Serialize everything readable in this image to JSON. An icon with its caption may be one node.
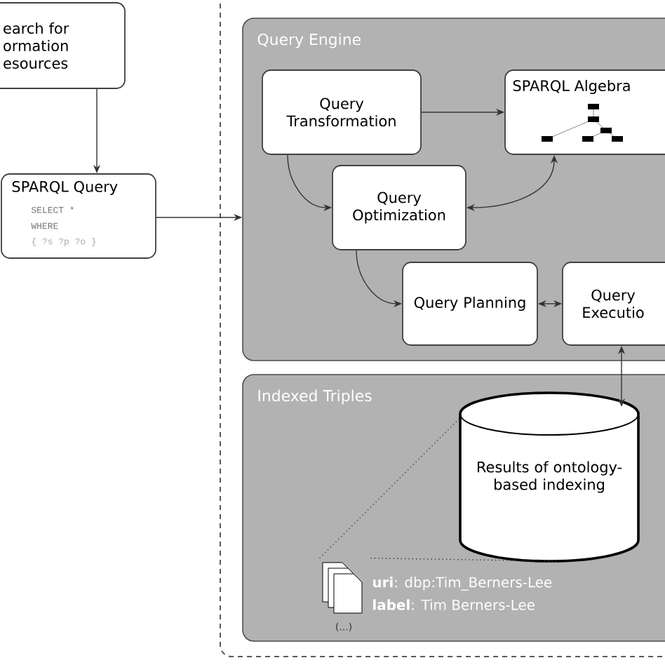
{
  "diagram": {
    "nodes": [
      {
        "text": [
          "earch for ormation esources"
        ]
      },
      {
        "text": [
          "SPARQL Query",
          "SELECT *",
          "WHERE",
          "{ ?s ?p ?o }"
        ]
      },
      {
        "text": [],
        "shape": "box"
      },
      {
        "text": [
          "Query Engine"
        ],
        "in": 2
      },
      {
        "text": [
          "Query Transformation"
        ],
        "in": 3
      },
      {
        "text": [
          "SPARQL Algebra"
        ],
        "in": 3
      },
      {
        "text": [
          "Query Optimization"
        ],
        "in": 3
      },
      {
        "text": [
          "Query Planning"
        ],
        "in": 3
      },
      {
        "text": [
          "Query Executio"
        ],
        "in": 3
      },
      {
        "text": [
          "Indexed Triples"
        ],
        "in": 2
      },
      {
        "text": [
          "Results of ontology-based indexing"
        ],
        "in": 9
      },
      {
        "text": [],
        "shape": "document",
        "in": 9
      }
    ],
    "edges": [
      {
        "from": 0,
        "to": 1,
        "arrow": "to"
      },
      {
        "from": 1,
        "to": 3,
        "arrow": "to"
      },
      {
        "from": 4,
        "to": 5,
        "arrow": "to"
      },
      {
        "from": 4,
        "to": 6,
        "arrow": "to"
      },
      {
        "from": 6,
        "to": 5,
        "arrow": "both"
      },
      {
        "from": 6,
        "to": 7,
        "arrow": "to"
      },
      {
        "from": 7,
        "to": 8,
        "arrow": "both"
      },
      {
        "from": 8,
        "to": 10,
        "arrow": "both"
      },
      {
        "from": 11,
        "to": 10,
        "arrow": "none",
        "style": "dashed"
      },
      {
        "from": 11,
        "to": 10,
        "arrow": "none",
        "style": "dashed"
      }
    ],
    "labels": [
      "**uri**: dbp:Tim_Berners-Lee",
      "**label**: Tim Berners-Lee",
      "(...)"
    ]
  }
}
